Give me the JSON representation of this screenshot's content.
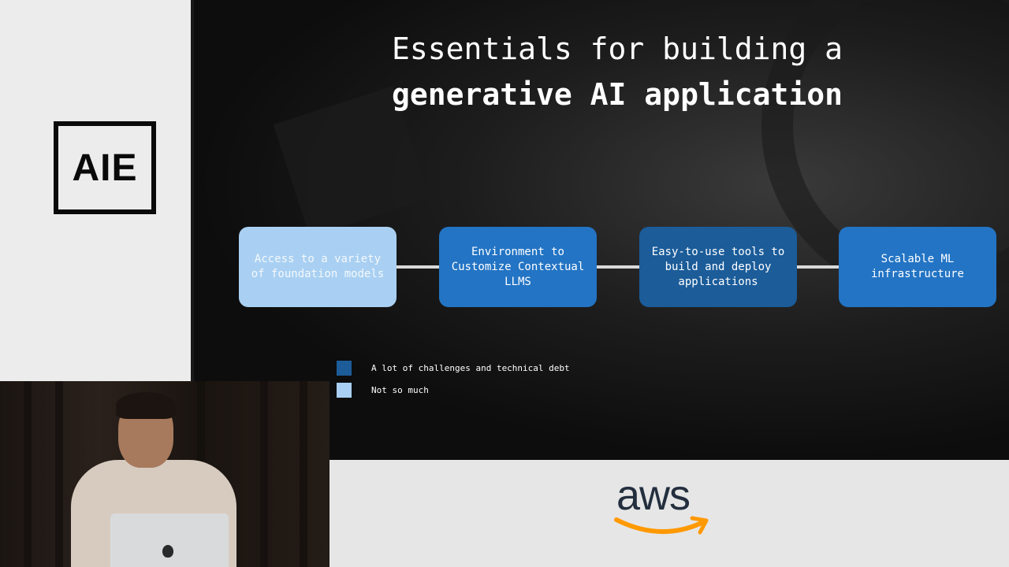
{
  "logo": {
    "text": "AIE"
  },
  "slide": {
    "title_line1": "Essentials for building a",
    "title_line2": "generative AI application",
    "boxes": [
      {
        "label": "Access to a variety of foundation models",
        "status": "Not so much",
        "color": "#a9d0f2"
      },
      {
        "label": "Environment to Customize Contextual LLMS",
        "status": "A lot of challenges and technical debt",
        "color": "#2374c4"
      },
      {
        "label": "Easy-to-use tools to build and deploy applications",
        "status": "A lot of challenges and technical debt",
        "color": "#1b5c99"
      },
      {
        "label": "Scalable ML infrastructure",
        "status": "A lot of challenges and technical debt",
        "color": "#2374c4"
      }
    ],
    "legend": [
      {
        "label": "A lot of challenges and technical debt",
        "color": "#1b5c99"
      },
      {
        "label": "Not so much",
        "color": "#a9d0f2"
      }
    ]
  },
  "sponsor": {
    "text": "aws",
    "smile_color": "#f90"
  },
  "video": {
    "icon": "apple-logo-icon"
  }
}
